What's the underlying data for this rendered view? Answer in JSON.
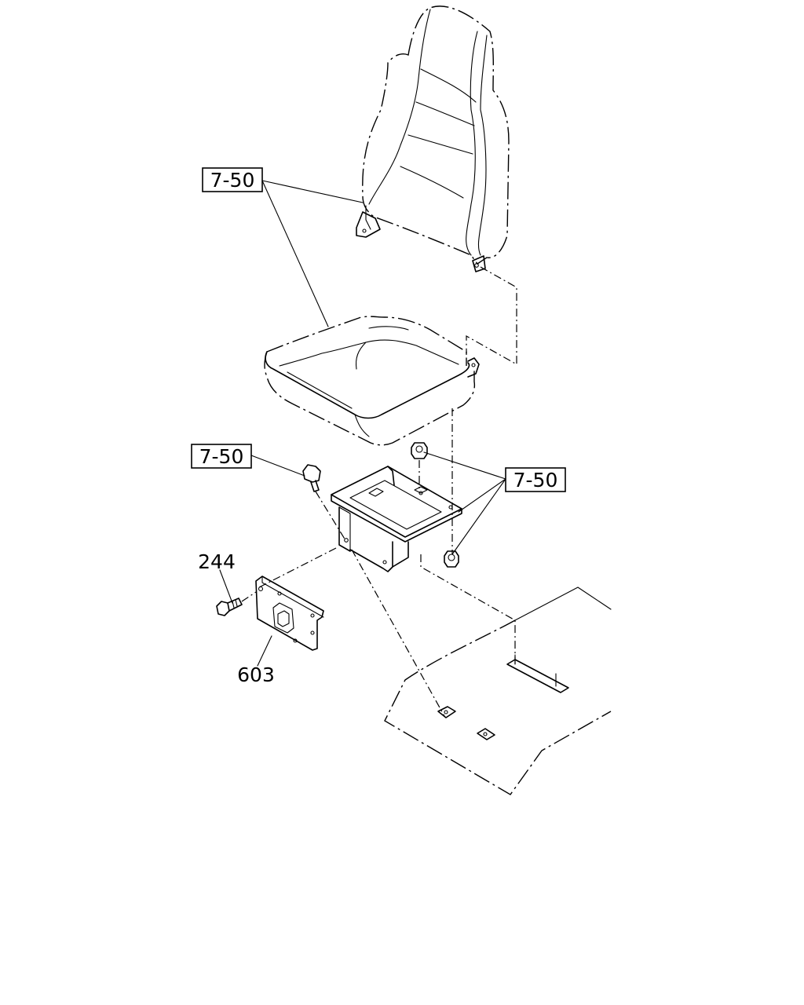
{
  "labels": {
    "ref_seatback": "7-50",
    "ref_bolt": "7-50",
    "ref_nuts": "7-50",
    "part_244": "244",
    "part_603": "603"
  }
}
